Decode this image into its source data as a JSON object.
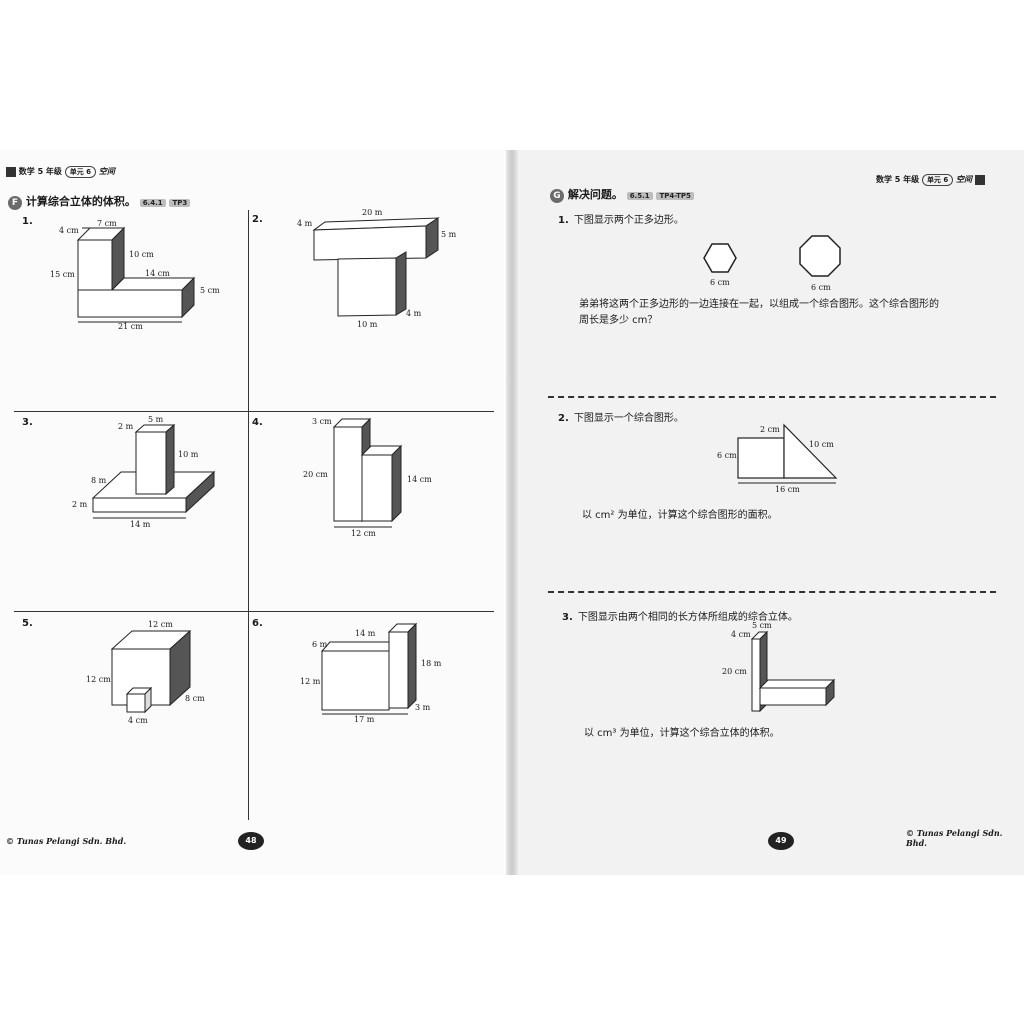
{
  "left_page": {
    "header": {
      "subject": "数学 5 年级",
      "unit": "单元 6",
      "title": "空间"
    },
    "section": {
      "letter": "F",
      "title": "计算综合立体的体积。",
      "code": "6.4.1",
      "tp": "TP3"
    },
    "questions": [
      {
        "num": "1.",
        "labels": [
          "7 cm",
          "4 cm",
          "10 cm",
          "15 cm",
          "14 cm",
          "5 cm",
          "21 cm"
        ]
      },
      {
        "num": "2.",
        "labels": [
          "20 m",
          "4 m",
          "5 m",
          "10 m",
          "4 m"
        ]
      },
      {
        "num": "3.",
        "labels": [
          "5 m",
          "2 m",
          "10 m",
          "8 m",
          "2 m",
          "14 m"
        ]
      },
      {
        "num": "4.",
        "labels": [
          "3 cm",
          "20 cm",
          "14 cm",
          "12 cm"
        ]
      },
      {
        "num": "5.",
        "labels": [
          "12 cm",
          "12 cm",
          "8 cm",
          "4 cm"
        ]
      },
      {
        "num": "6.",
        "labels": [
          "14 m",
          "6 m",
          "18 m",
          "12 m",
          "17 m",
          "3 m"
        ]
      }
    ],
    "footer": {
      "copyright": "© Tunas Pelangi Sdn. Bhd.",
      "page": "48"
    }
  },
  "right_page": {
    "header": {
      "subject": "数学 5 年级",
      "unit": "单元 6",
      "title": "空间"
    },
    "section": {
      "letter": "G",
      "title": "解决问题。",
      "code": "6.5.1",
      "tp": "TP4-TP5"
    },
    "q1": {
      "num": "1.",
      "text": "下图显示两个正多边形。",
      "hex_label": "6 cm",
      "oct_label": "6 cm",
      "body_line1": "弟弟将这两个正多边形的一边连接在一起，以组成一个综合图形。这个综合图形的",
      "body_line2": "周长是多少 cm？"
    },
    "q2": {
      "num": "2.",
      "text": "下图显示一个综合图形。",
      "labels": [
        "2 cm",
        "10 cm",
        "6 cm",
        "16 cm"
      ],
      "instruction": "以 cm² 为单位，计算这个综合图形的面积。"
    },
    "q3": {
      "num": "3.",
      "text": "下图显示由两个相同的长方体所组成的综合立体。",
      "labels": [
        "5 cm",
        "4 cm",
        "20 cm"
      ],
      "instruction": "以 cm³ 为单位，计算这个综合立体的体积。"
    },
    "footer": {
      "copyright": "© Tunas Pelangi Sdn. Bhd.",
      "page": "49"
    }
  }
}
